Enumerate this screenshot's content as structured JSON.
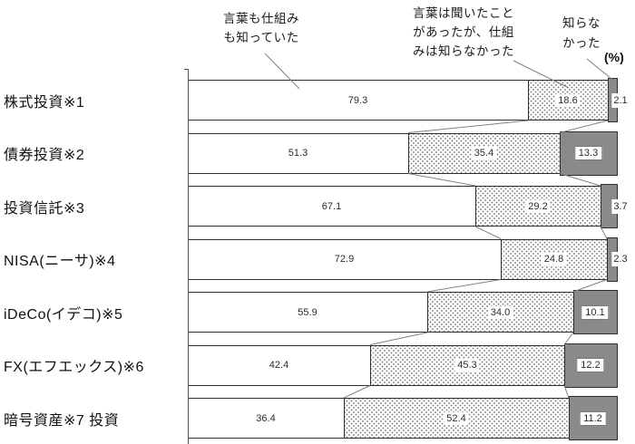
{
  "chart_data": {
    "type": "bar",
    "subtype": "horizontal-stacked-percentage",
    "unit_label": "(%)",
    "xlim": [
      0,
      100
    ],
    "value_decimals": 1,
    "categories": [
      "株式投資※1",
      "債券投資※2",
      "投資信託※3",
      "NISA(ニーサ)※4",
      "iDeCo(イデコ)※5",
      "FX(エフエックス)※6",
      "暗号資産※7 投資"
    ],
    "series": [
      {
        "name": "言葉も仕組みも知っていた",
        "pattern": "white",
        "values": [
          79.3,
          51.3,
          67.1,
          72.9,
          55.9,
          42.4,
          36.4
        ]
      },
      {
        "name": "言葉は聞いたことがあったが、仕組みは知らなかった",
        "pattern": "dotted",
        "values": [
          18.6,
          35.4,
          29.2,
          24.8,
          34.0,
          45.3,
          52.4
        ]
      },
      {
        "name": "知らなかった",
        "pattern": "dark-gray",
        "values": [
          2.1,
          13.3,
          3.7,
          2.3,
          10.1,
          12.2,
          11.2
        ]
      }
    ],
    "annotations": {
      "series1_callout": "言葉も仕組み\nも知っていた",
      "series2_callout": "言葉は聞いたこと\nがあったが、仕組\nみは知らなかった",
      "series3_callout": "知らな\nかった",
      "unit": "(%)"
    },
    "colors": {
      "bar_fill_white": "#ffffff",
      "bar_fill_dark": "#8a8a8a",
      "dot_pattern": "#8f8f8f",
      "bar_border": "#2e2e2e",
      "connector_line": "#808080",
      "text": "#1a1a1a"
    },
    "legend_position": "top-callouts",
    "grid": false
  }
}
